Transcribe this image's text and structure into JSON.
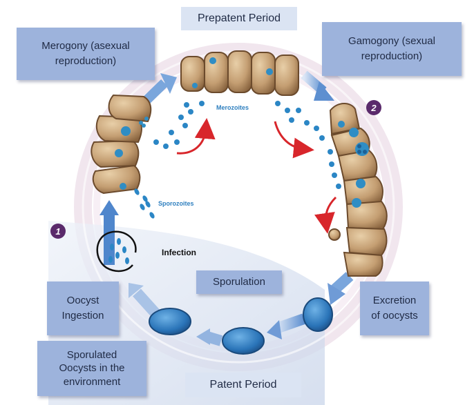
{
  "periods": {
    "prepatent": "Prepatent Period",
    "patent": "Patent Period"
  },
  "stages": {
    "merogony_line1": "Merogony (asexual",
    "merogony_line2": "reproduction)",
    "gamogony_line1": "Gamogony (sexual",
    "gamogony_line2": "reproduction)",
    "sporulation": "Sporulation",
    "excretion_line1": "Excretion",
    "excretion_line2": "of oocysts",
    "ingestion_line1": "Oocyst",
    "ingestion_line2": "Ingestion",
    "environment_line1": "Sporulated",
    "environment_line2": "Oocysts in the",
    "environment_line3": "environment"
  },
  "labels": {
    "merozoites": "Merozoites",
    "sporozoites": "Sporozoites",
    "infection": "Infection"
  },
  "markers": {
    "one": "1",
    "two": "2"
  },
  "colors": {
    "box": "#9db3dc",
    "box_light": "#dbe4f3",
    "cell": "#c8a77f",
    "nucleus": "#2f8dc4",
    "arrow_blue": "#6f9bd6",
    "arrow_red": "#d8262b",
    "marker": "#5a2a6b",
    "ring": "#efe3ec"
  }
}
